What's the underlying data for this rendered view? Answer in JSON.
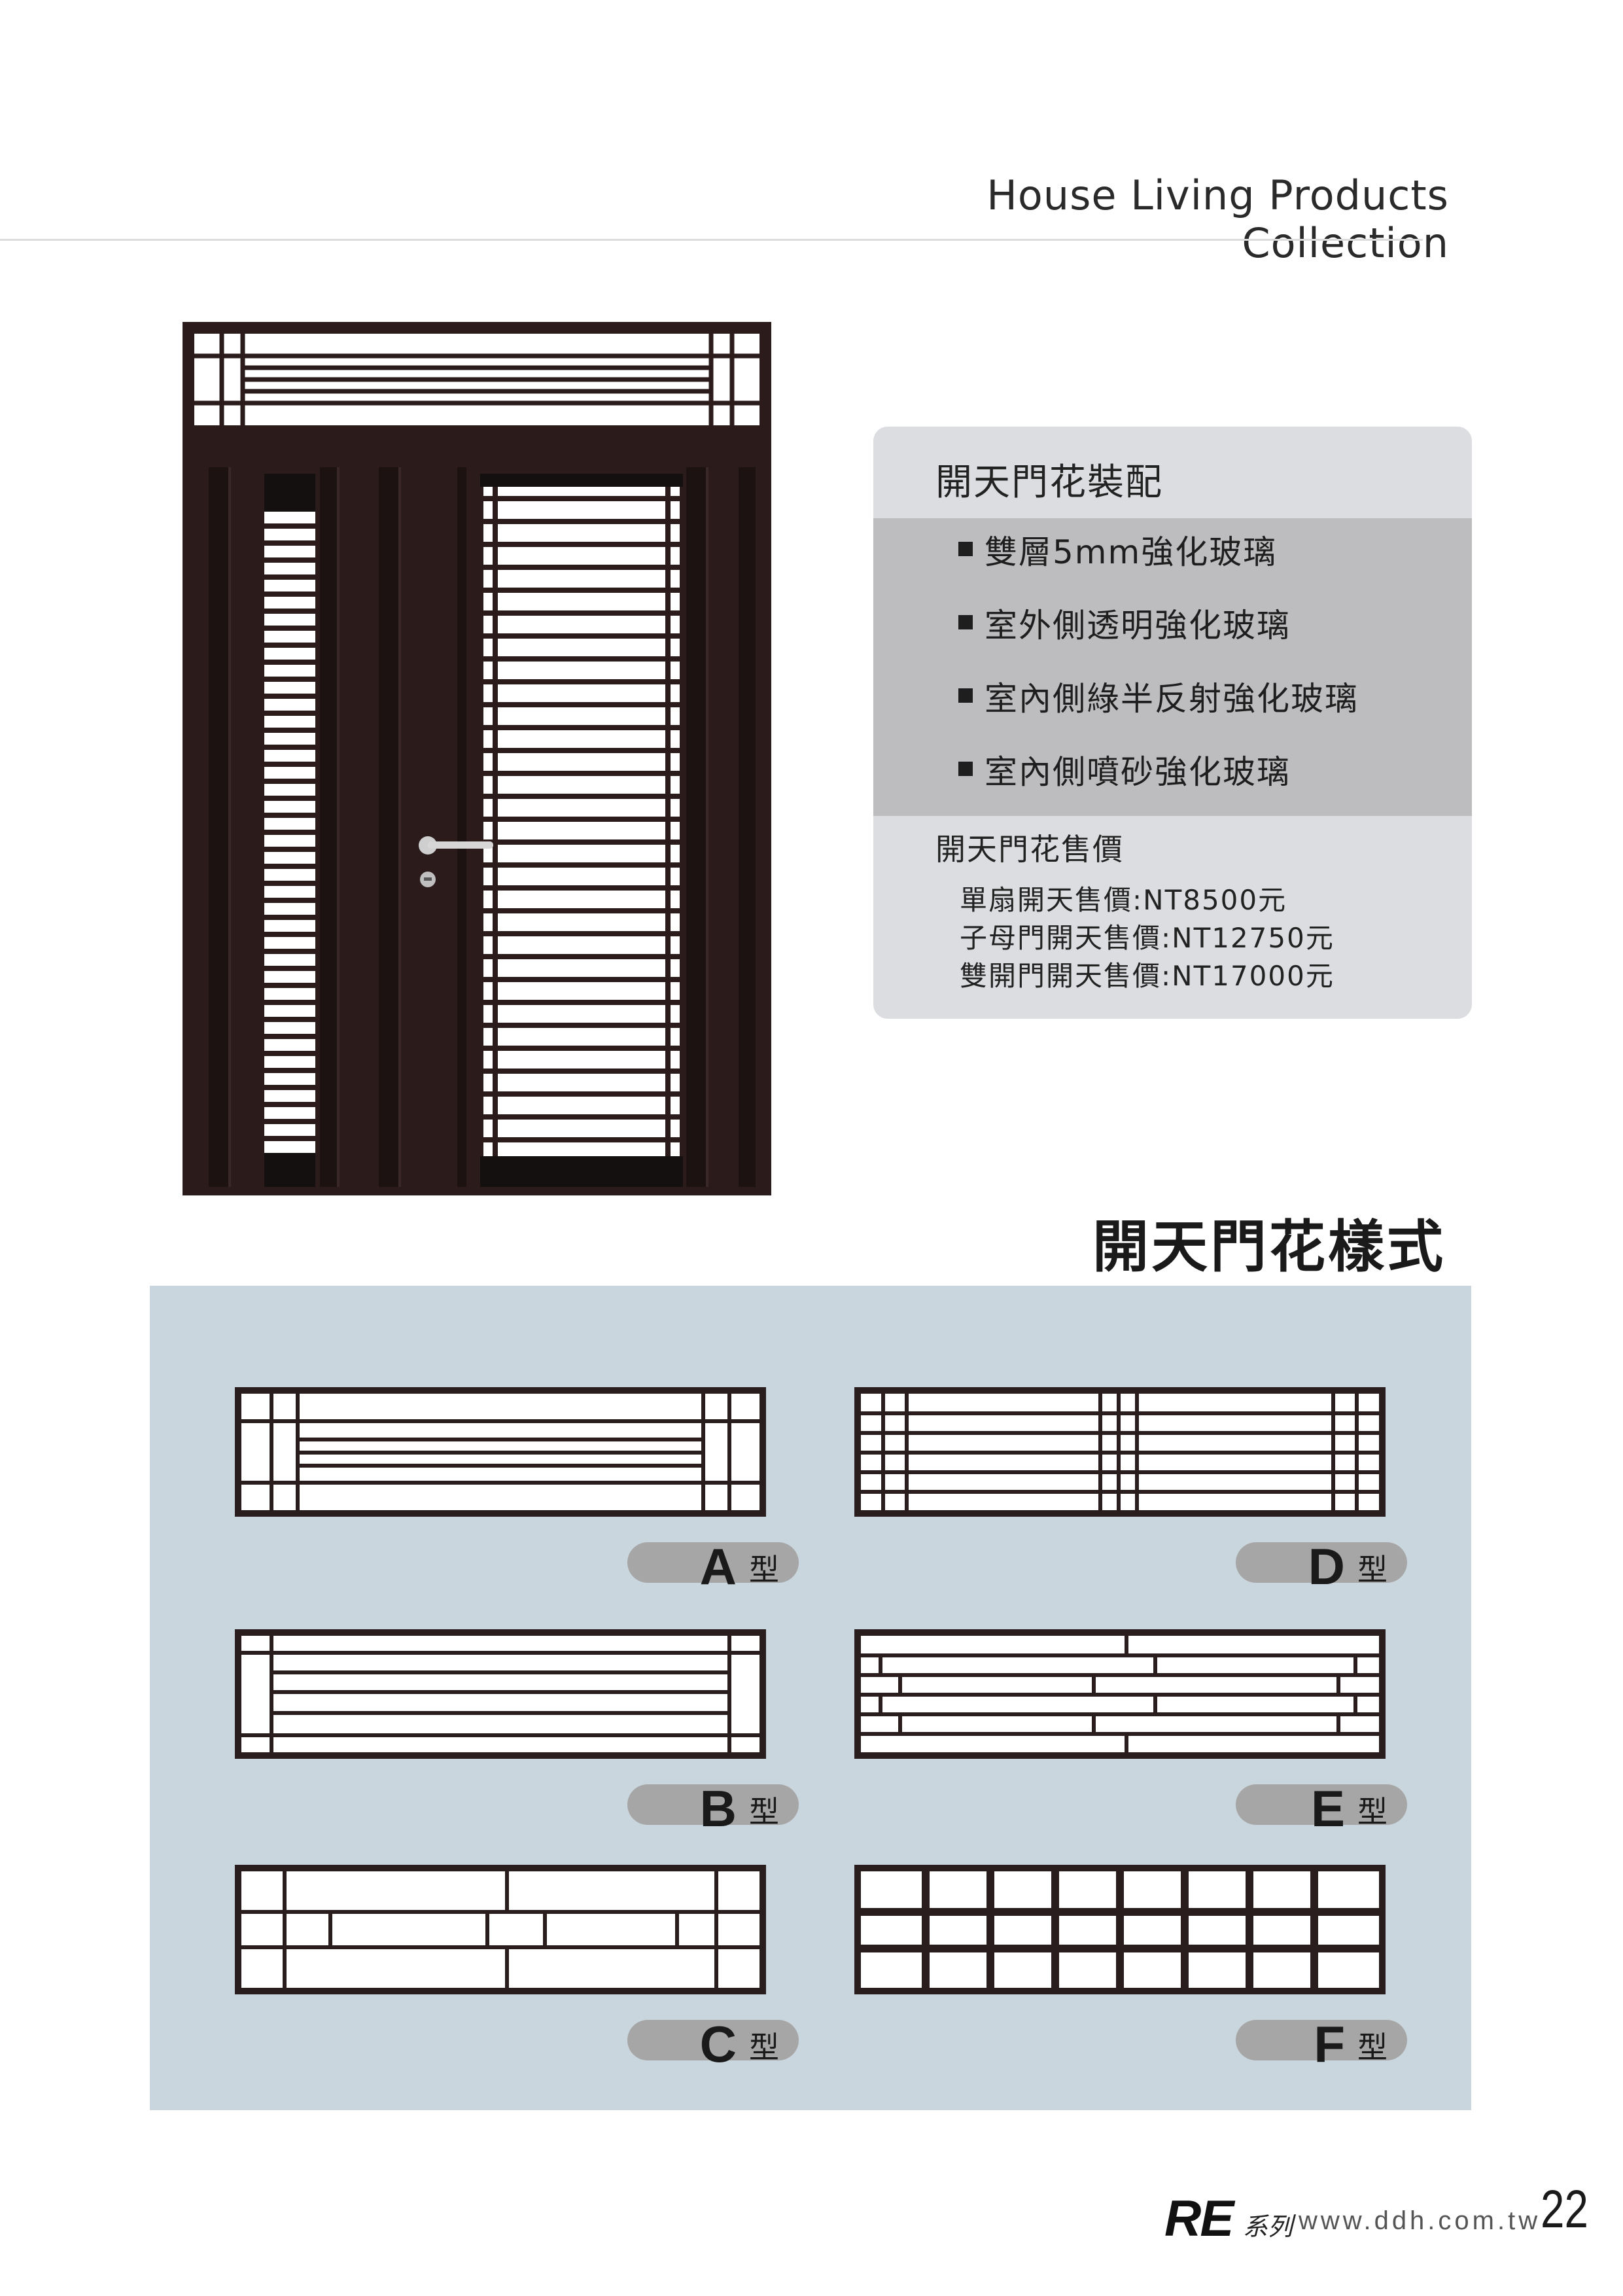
{
  "header": {
    "title": "House Living Products Collection"
  },
  "spec": {
    "title": "開天門花裝配",
    "items": [
      "雙層5mm強化玻璃",
      "室外側透明強化玻璃",
      "室內側綠半反射強化玻璃",
      "室內側噴砂強化玻璃"
    ],
    "price_title": "開天門花售價",
    "prices": [
      "單扇開天售價:NT8500元",
      "子母門開天售價:NT12750元",
      "雙開門開天售價:NT17000元"
    ]
  },
  "styles": {
    "heading": "開天門花樣式",
    "suffix": "型",
    "labels": [
      "A",
      "B",
      "C",
      "D",
      "E",
      "F"
    ]
  },
  "footer": {
    "series": "RE",
    "series_suffix": "系列",
    "url": "www.ddh.com.tw",
    "page_number": "22"
  },
  "colors": {
    "spec_panel": "#dcdde0",
    "spec_band": "#bdbdbf",
    "style_panel": "#cad6de",
    "frame": "#2a1d1d",
    "door": "#2b1b1b"
  }
}
